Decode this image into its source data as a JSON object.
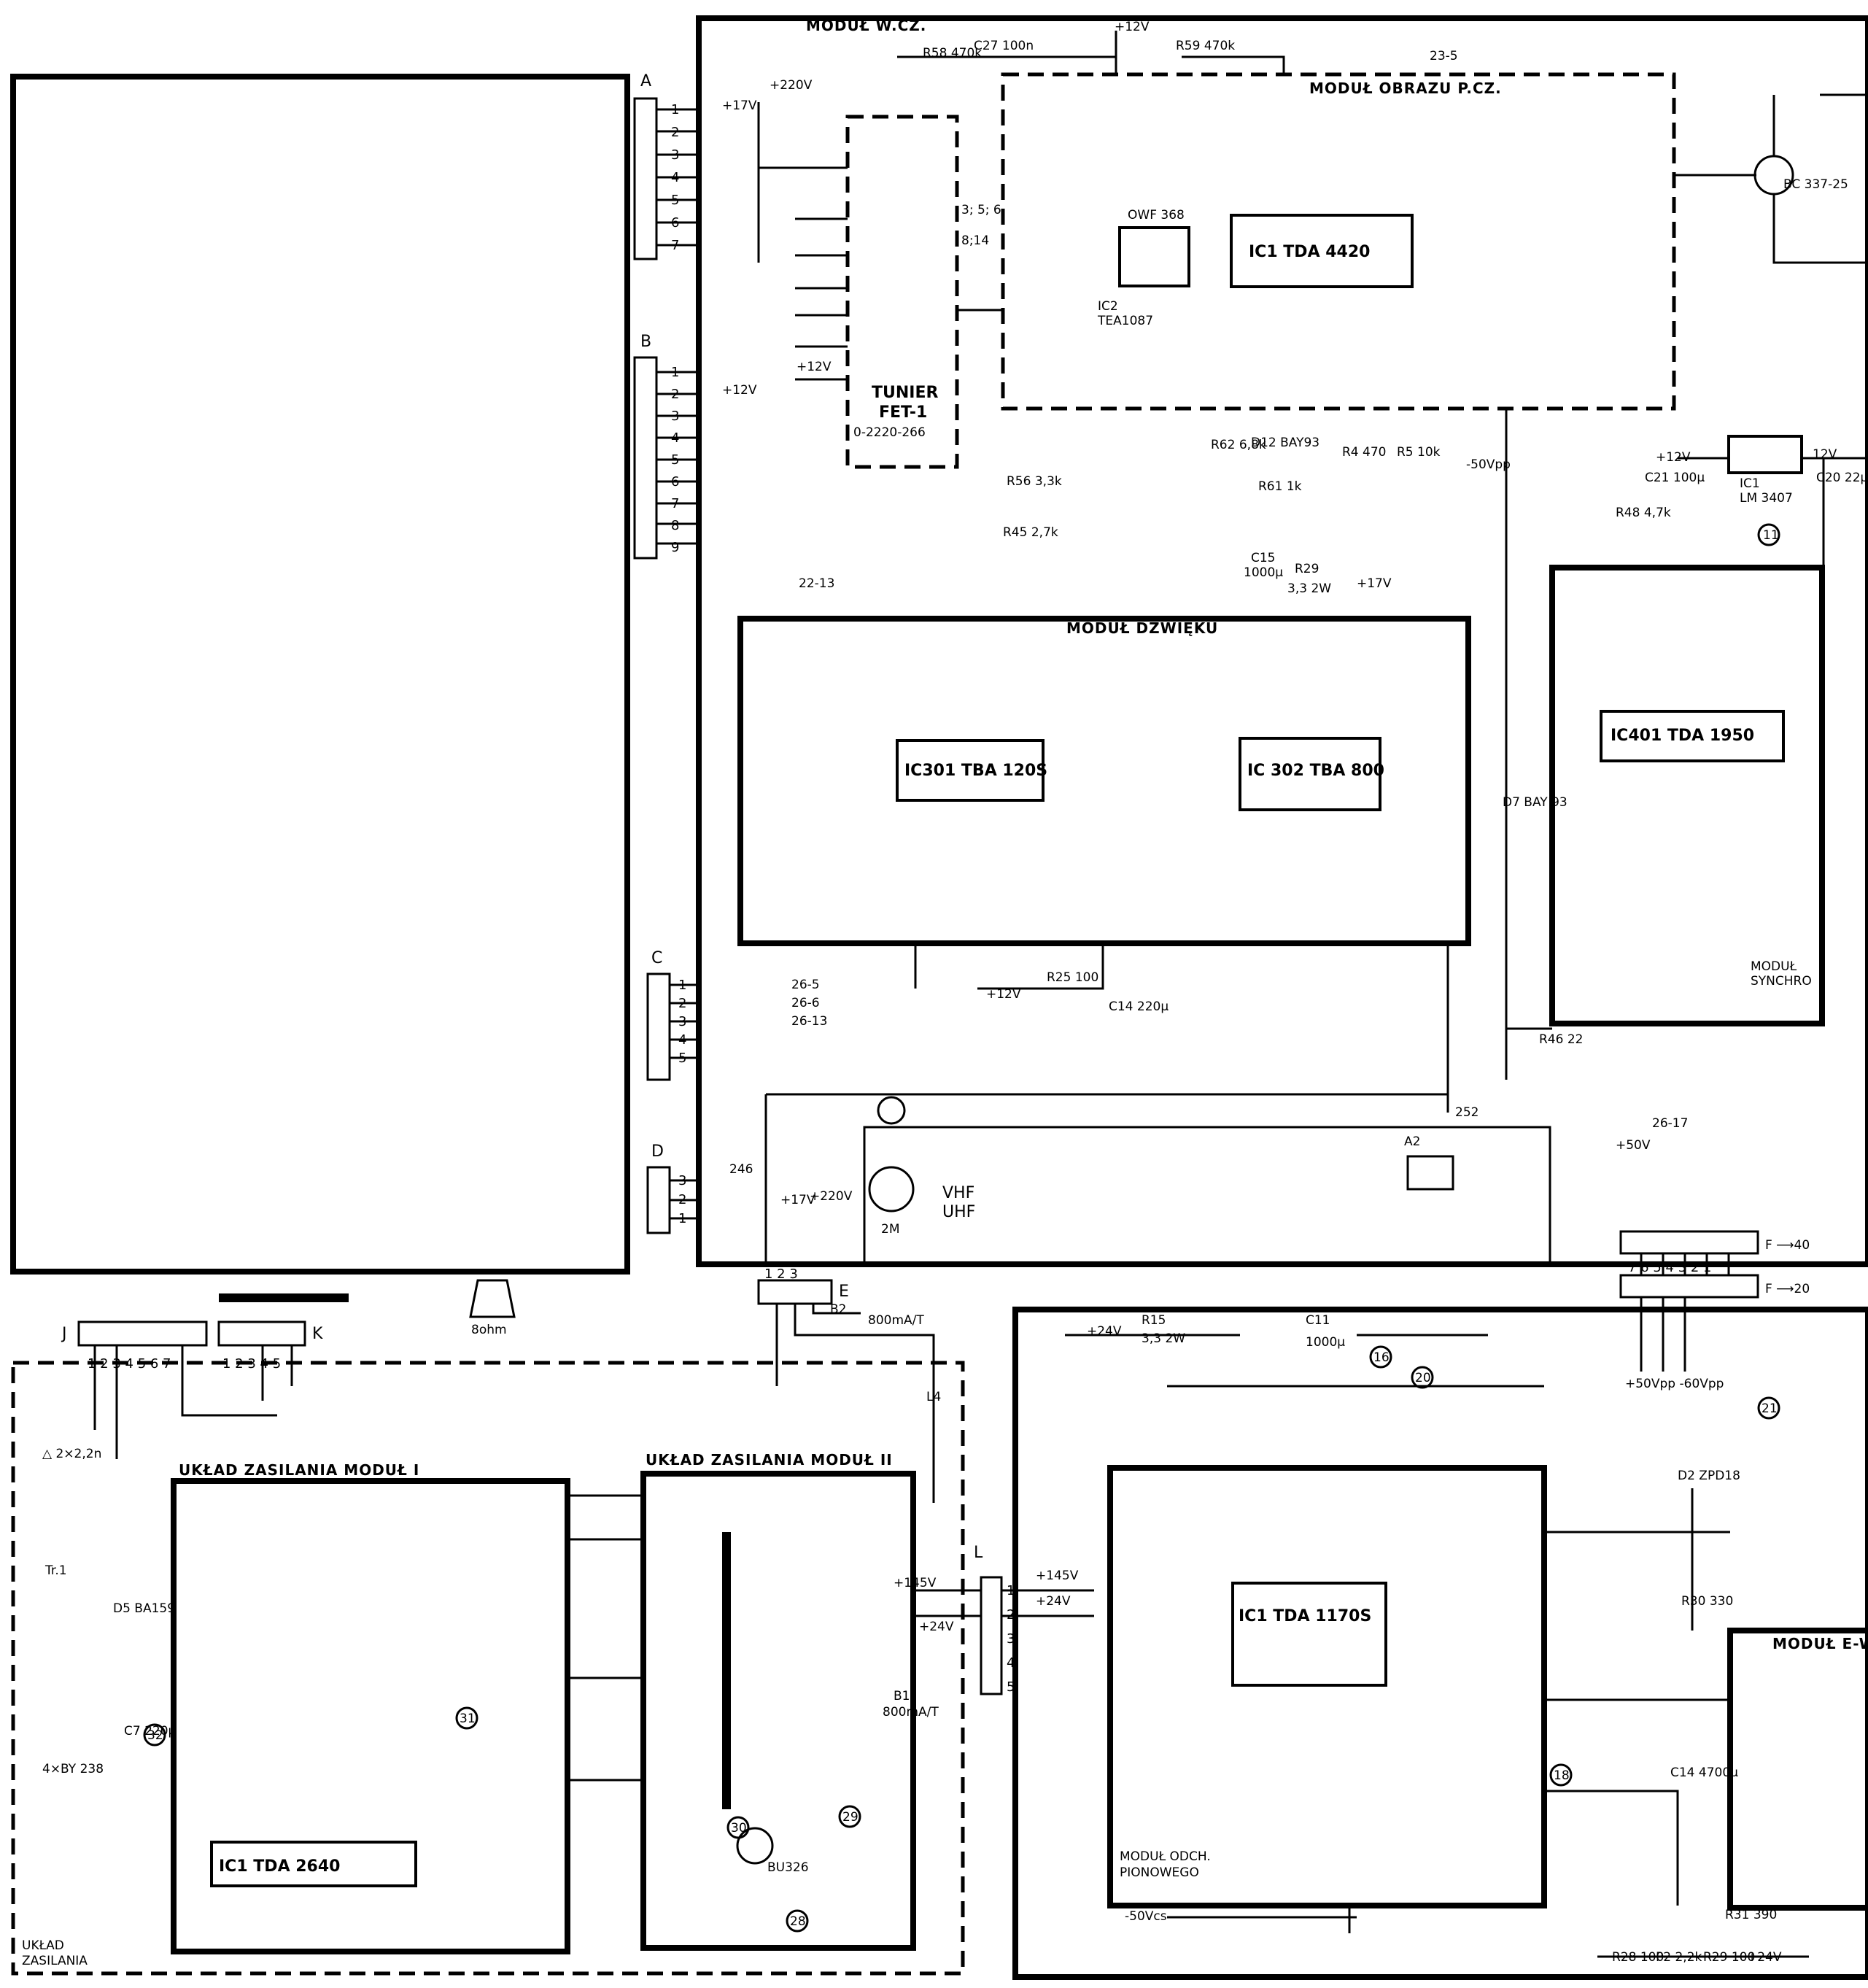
{
  "modules": {
    "wcz": "MODUŁ W.CZ.",
    "obrazu": "MODUŁ OBRAZU P.CZ.",
    "dzwieku": "MODUŁ DŹWIĘKU",
    "synchro_1": "MODUŁ",
    "synchro_2": "SYNCHRO",
    "zasilania_1": "UKŁAD ZASILANIA MODUŁ I",
    "zasilania_2": "UKŁAD ZASILANIA MODUŁ II",
    "zasilania_main_1": "UKŁAD",
    "zasilania_main_2": "ZASILANIA",
    "odch_1": "MODUŁ ODCH.",
    "odch_2": "PIONOWEGO",
    "ew": "MODUŁ E-W"
  },
  "ics": {
    "tuner_1": "TUNIER",
    "tuner_2": "FET-1",
    "tuner_3": "0-2220-266",
    "tda4420": "IC1   TDA  4420",
    "tea1087_1": "IC2",
    "tea1087_2": "TEA1087",
    "tba120s": "IC301   TBA 120S",
    "tba800": "IC 302   TBA 800",
    "tda1950": "IC401   TDA 1950",
    "tda2640": "IC1       TDA  2640",
    "tda1170s": "IC1  TDA  1170S",
    "lm3407_1": "IC1",
    "lm3407_2": "LM 3407",
    "t1_bc": "BC 337-25",
    "owf": "OWF 368",
    "bu326": "BU326"
  },
  "connectors": {
    "A": "A",
    "B": "B",
    "C": "C",
    "D": "D",
    "E": "E",
    "F": "F",
    "J": "J",
    "K": "K",
    "L": "L",
    "a_pins": [
      "1",
      "2",
      "3",
      "4",
      "5",
      "6",
      "7"
    ],
    "b_pins": [
      "1",
      "2",
      "3",
      "4",
      "5",
      "6",
      "7",
      "8",
      "9"
    ],
    "c_pins": [
      "1",
      "2",
      "3",
      "4",
      "5"
    ],
    "d_pins": [
      "3",
      "2",
      "1"
    ],
    "e_pins": "1  2  3",
    "j_pins": "1  2  3  4  5  6  7",
    "k_pins": "1  2  3  4  5",
    "f_pins": "7  6  5  4  3  2  1",
    "l_pins": [
      "1",
      "2",
      "3",
      "4",
      "5"
    ],
    "f40": "F ⟶40",
    "f20": "F ⟶20",
    "c_refs": [
      "26-5",
      "26-6",
      "26-13"
    ]
  },
  "labels": {
    "v17": "+17V",
    "v220": "+220V",
    "v12": "+12V",
    "v12b": "12V",
    "v24": "+24V",
    "v145": "+145V",
    "v50vpp": "-50Vpp",
    "v50": "+50V",
    "v50vcs": "-50Vcs",
    "vhf": "VHF",
    "uhf": "UHF",
    "speaker": "8ohm",
    "fuse": "800mA/T",
    "b2": "B2",
    "b1": "B1",
    "ref_23_5": "23-5",
    "ref_22_13": "22-13",
    "ref_26_17": "26-17",
    "ref_246": "246",
    "ref_252": "252",
    "ref_2m": "2M",
    "ref_a2": "A2",
    "ref_3568": "3; 5; 6",
    "ref_814": "8;14",
    "r29": "R29",
    "r29v": "3,3  2W",
    "c15": "C15",
    "c15v": "1000µ",
    "r15": "R15",
    "r15v": "3,3  2W",
    "c11": "C11",
    "c11v": "1000µ",
    "r58": "R58 470k",
    "c27": "C27 100n",
    "r59": "R59 470k",
    "r56": "R56 3,3k",
    "r45": "R45 2,7k",
    "r48": "R48 4,7k",
    "r62": "R62 6,8k",
    "d12": "D12 BAY93",
    "r61": "R61 1k",
    "r4": "R4 470",
    "r5": "R5 10k",
    "c21": "C21 100µ",
    "c20": "C20 22µ",
    "r25": "R25 100",
    "c14": "C14 220µ",
    "r46": "R46 22",
    "d7": "D7 BAY 93",
    "r28": "R28 100",
    "p2": "P2 2,2k",
    "r29b": "R29 100",
    "r31": "R31 390",
    "d2": "D2 ZPD18",
    "r30": "R30 330",
    "c14b": "C14 4700µ",
    "tr1": "Tr.1",
    "bridge": "4×BY 238",
    "l4": "L4",
    "fpins_bottom": "+50Vpp -60Vpp",
    "c6c9": "△ 2×2,2n",
    "c7": "C7 220µ",
    "d5": "D5 BA159"
  },
  "nodes": [
    "11",
    "16",
    "20",
    "21",
    "28",
    "29",
    "30",
    "31",
    "32",
    "18"
  ]
}
